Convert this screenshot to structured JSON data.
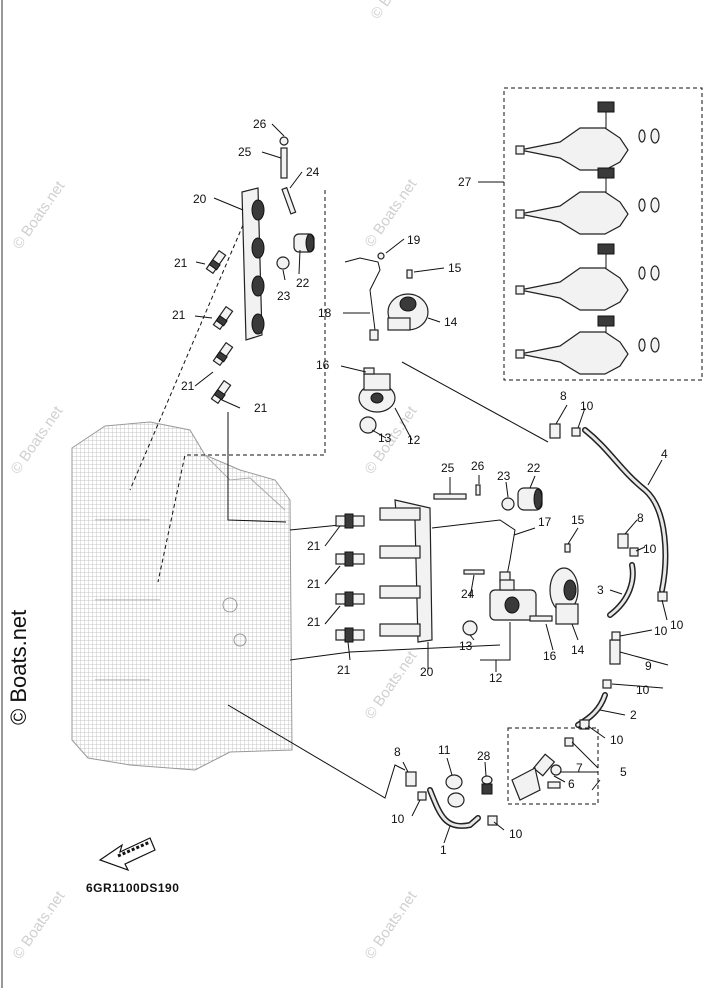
{
  "diagram": {
    "code": "6GR1100DS190",
    "watermark": "© Boats.net",
    "part_labels": {
      "p1": "1",
      "p2": "2",
      "p3": "3",
      "p4": "4",
      "p5": "5",
      "p6": "6",
      "p7": "7",
      "p8a": "8",
      "p8b": "8",
      "p8c": "8",
      "p9": "9",
      "p10a": "10",
      "p10b": "10",
      "p10c": "10",
      "p10d": "10",
      "p10e": "10",
      "p10f": "10",
      "p10g": "10",
      "p10h": "10",
      "p11": "11",
      "p12a": "12",
      "p12b": "12",
      "p13a": "13",
      "p13b": "13",
      "p14a": "14",
      "p14b": "14",
      "p15a": "15",
      "p15b": "15",
      "p16a": "16",
      "p16b": "16",
      "p17": "17",
      "p18": "18",
      "p19": "19",
      "p20a": "20",
      "p20b": "20",
      "p21a": "21",
      "p21b": "21",
      "p21c": "21",
      "p21d": "21",
      "p21e": "21",
      "p21f": "21",
      "p21g": "21",
      "p21h": "21",
      "p22a": "22",
      "p22b": "22",
      "p23a": "23",
      "p23b": "23",
      "p24a": "24",
      "p24b": "24",
      "p25a": "25",
      "p25b": "25",
      "p26a": "26",
      "p26b": "26",
      "p27": "27",
      "p28": "28"
    }
  }
}
